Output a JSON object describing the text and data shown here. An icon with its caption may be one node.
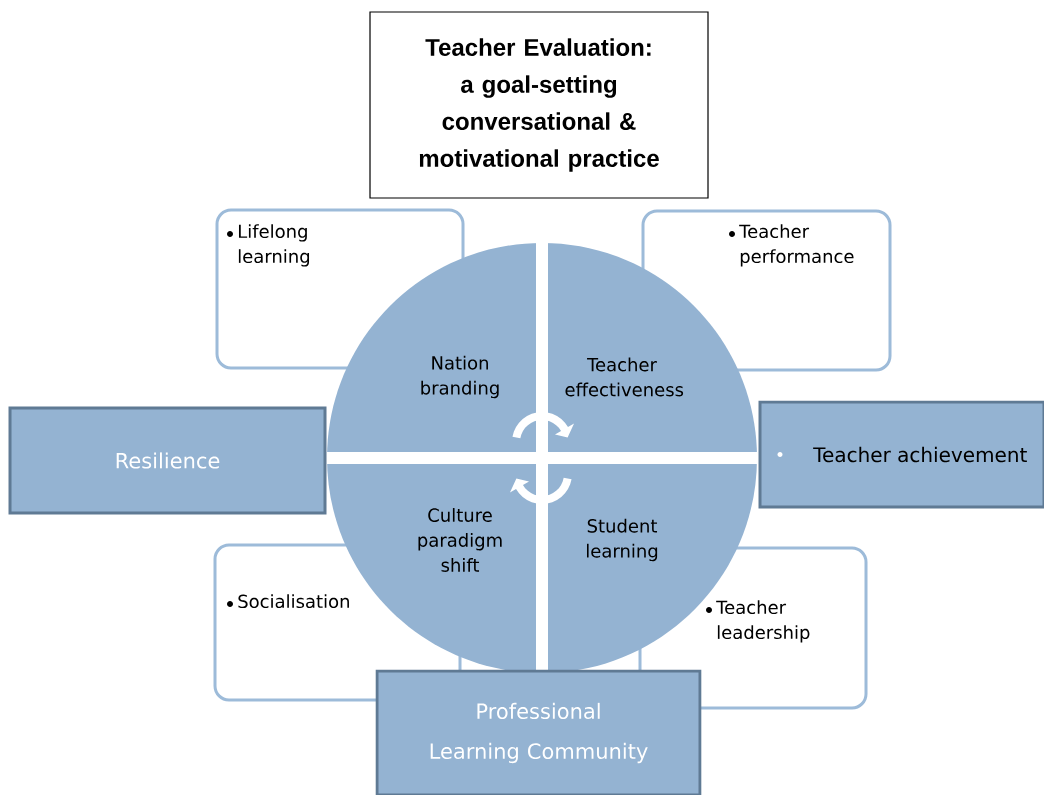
{
  "diagram": {
    "nodes": [
      {
        "text": [
          "Teacher Evaluation: a goal-setting conversational & motivational practice"
        ]
      },
      {
        "text": [
          "Lifelong learning"
        ]
      },
      {
        "text": [
          "Teacher performance"
        ]
      },
      {
        "text": [
          "Nation branding"
        ]
      },
      {
        "text": [
          "Teacher effectiveness"
        ]
      },
      {
        "text": [
          "Resilience"
        ]
      },
      {
        "text": [
          "Teacher achievement"
        ]
      },
      {
        "text": [
          "Culture paradigm shift"
        ]
      },
      {
        "text": [
          "Student learning"
        ]
      },
      {
        "text": [
          "Socialisation"
        ]
      },
      {
        "text": [
          "Teacher leadership"
        ]
      },
      {
        "text": [
          "Professional Learning Community"
        ]
      }
    ]
  }
}
